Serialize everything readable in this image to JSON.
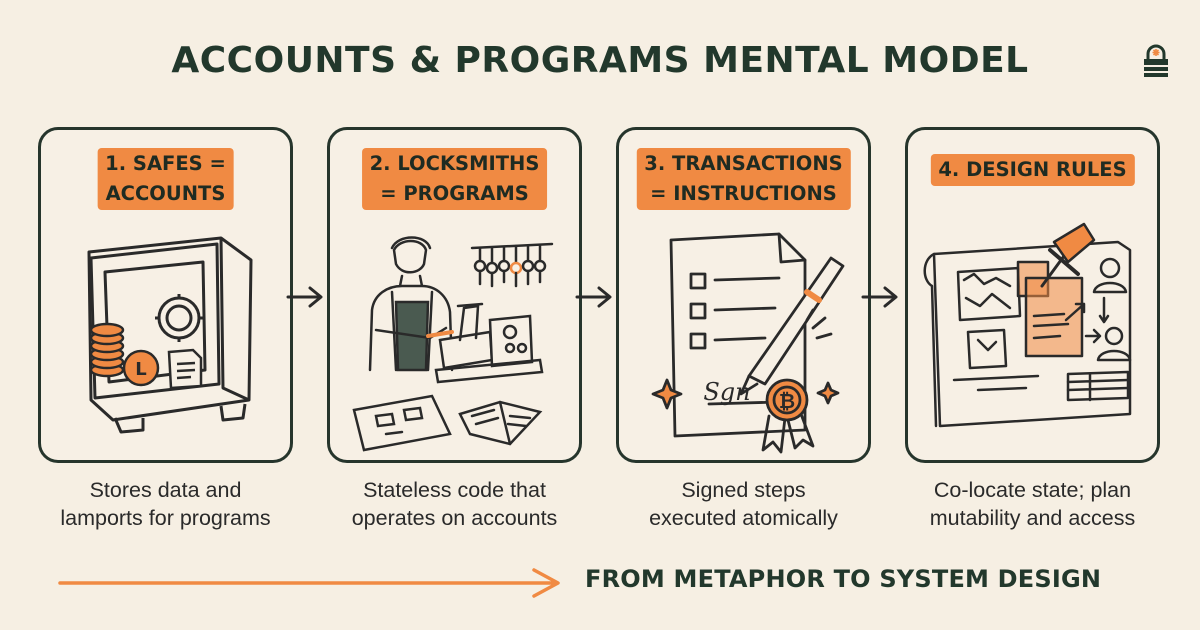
{
  "title": "ACCOUNTS & PROGRAMS MENTAL MODEL",
  "colors": {
    "accent": "#f08a43",
    "ink": "#22382c",
    "background": "#f6efe3"
  },
  "panels": [
    {
      "badge_line1": "1. SAFES =",
      "badge_line2": "ACCOUNTS",
      "caption_line1": "Stores data and",
      "caption_line2": "lamports for programs",
      "coin_letter": "L",
      "icon": "safe-icon"
    },
    {
      "badge_line1": "2. LOCKSMITHS",
      "badge_line2": "= PROGRAMS",
      "caption_line1": "Stateless code that",
      "caption_line2": "operates on accounts",
      "icon": "locksmith-icon"
    },
    {
      "badge_line1": "3. TRANSACTIONS",
      "badge_line2": "= INSTRUCTIONS",
      "caption_line1": "Signed steps",
      "caption_line2": "executed atomically",
      "signature": "Sgn",
      "seal_letter": "₿",
      "icon": "signed-document-icon"
    },
    {
      "badge_line1": "4. DESIGN RULES",
      "caption_line1": "Co-locate state; plan",
      "caption_line2": "mutability and access",
      "icon": "blueprint-icon"
    }
  ],
  "footer": "FROM METAPHOR TO SYSTEM DESIGN"
}
